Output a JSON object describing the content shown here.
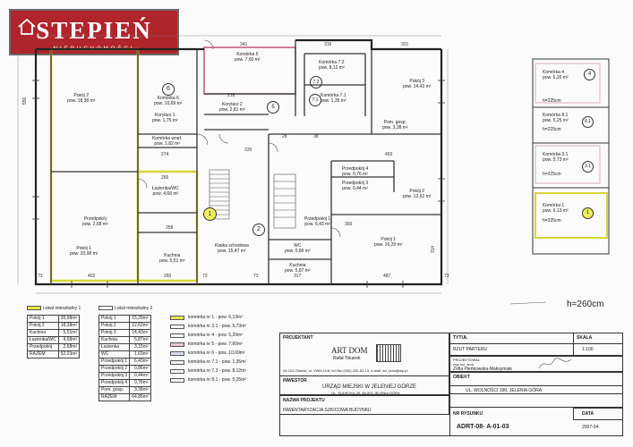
{
  "logo": {
    "title": "STEPIEŃ",
    "subtitle": "NIERUCHOMOŚCI"
  },
  "plan": {
    "height_label": "h=260cm",
    "rooms": [
      {
        "name": "Pokój 2",
        "area": "pow. 18,38 m²"
      },
      {
        "name": "Pokój 1",
        "area": "pow. 20,98 m²"
      },
      {
        "name": "Przedpokój",
        "area": "pow. 2,68 m²"
      },
      {
        "name": "Łazienka/WC",
        "area": "pow. 4,68 m²"
      },
      {
        "name": "Kuchnia",
        "area": "pow. 5,51 m²"
      },
      {
        "name": "Komórka 6",
        "area": "pow. 10,69 m²"
      },
      {
        "name": "Korytarz 1",
        "area": "pow. 1,75 m²"
      },
      {
        "name": "Korytarz 2",
        "area": "pow. 2,81 m²"
      },
      {
        "name": "Komórka wnęt.",
        "area": "pow. 2,82 m²"
      },
      {
        "name": "Komórka 5",
        "area": "pow. 7,60 m²"
      },
      {
        "name": "Komórka 7.2",
        "area": "pow. 8,12 m²"
      },
      {
        "name": "Komórka 7.1",
        "area": "pow. 1,35 m²"
      },
      {
        "name": "Klatka schodowa",
        "area": "pow. 15,47 m²"
      },
      {
        "name": "Pokój 3",
        "area": "pow. 14,43 m²"
      },
      {
        "name": "Pom. gosp.",
        "area": "pow. 3,38 m²"
      },
      {
        "name": "Przedpokój 4",
        "area": "pow. 0,76 m²"
      },
      {
        "name": "Przedpokój 3",
        "area": "pow. 0,44 m²"
      },
      {
        "name": "Pokój 2",
        "area": "pow. 12,62 m²"
      },
      {
        "name": "Pokój 1",
        "area": "pow. 15,29 m²"
      },
      {
        "name": "Przedpokój 1",
        "area": "pow. 6,43 m²"
      },
      {
        "name": "WC",
        "area": "pow. 0,86 m²"
      },
      {
        "name": "Kuchnia",
        "area": "pow. 5,87 m²"
      }
    ],
    "dims": [
      "559",
      "341",
      "316",
      "321",
      "274",
      "266",
      "258",
      "402",
      "260",
      "317",
      "393",
      "487",
      "314",
      "493",
      "73",
      "73",
      "73",
      "73",
      "218",
      "226",
      "28",
      "38"
    ],
    "markers": [
      "6",
      "5",
      "7.2",
      "7.1",
      "2",
      "1"
    ],
    "side_cells": [
      {
        "name": "Komórka 4",
        "area": "pow. 5,20 m²",
        "h": "h=225cm",
        "n": "4"
      },
      {
        "name": "Komórka 8.1",
        "area": "pow. 5,25 m²",
        "h": "h=225cm",
        "n": "8.1"
      },
      {
        "name": "Komórka 3.1",
        "area": "pow. 5,73 m²",
        "h": "h=225cm",
        "n": "3.1"
      },
      {
        "name": "Komórka 1",
        "area": "pow. 6,13 m²",
        "h": "h=225cm",
        "n": "1"
      }
    ]
  },
  "legend": {
    "lokal1_title": "Lokal mieszkalny 1",
    "lokal2_title": "Lokal mieszkalny 2",
    "lokal1_rows": [
      [
        "Pokój 1",
        "20,98m²"
      ],
      [
        "Pokój 2",
        "18,38m²"
      ],
      [
        "Kuchnia",
        "5,51m²"
      ],
      [
        "Łazienka/WC",
        "4,68m²"
      ],
      [
        "Przedpokój",
        "2,68m²"
      ],
      [
        "RAZEM",
        "52,23m²"
      ]
    ],
    "lokal2_rows": [
      [
        "Pokój 1",
        "15,29m²"
      ],
      [
        "Pokój 2",
        "12,62m²"
      ],
      [
        "Pokój 3",
        "14,43m²"
      ],
      [
        "Kuchnia",
        "5,87m²"
      ],
      [
        "Łazienka",
        "3,15m²"
      ],
      [
        "WC",
        "1,63m²"
      ],
      [
        "Przedpokój 1",
        "6,43m²"
      ],
      [
        "Przedpokój 2",
        "0,86m²"
      ],
      [
        "Przedpokój 3",
        "0,44m²"
      ],
      [
        "Przedpokój 4",
        "0,76m²"
      ],
      [
        "Pom. gosp.",
        "3,38m²"
      ],
      [
        "RAZEM",
        "64,86m²"
      ]
    ],
    "cells": [
      {
        "label": "komórka nr 1 - pow. 6,13m²",
        "color": "#e8e84a"
      },
      {
        "label": "komórka nr 3.1 - pow. 5,73m²",
        "color": "#f5f5f5"
      },
      {
        "label": "komórka nr 4 - pow. 5,20m²",
        "color": "#f5f5f5"
      },
      {
        "label": "komórka nr 5 - pow. 7,60m²",
        "color": "#e9c7d2"
      },
      {
        "label": "komórka nr 6 - pow. 10,69m²",
        "color": "#d9e0f0"
      },
      {
        "label": "komórka nr 7.1 - pow. 1,35m²",
        "color": "#f5f5f5"
      },
      {
        "label": "komórka nr 7.2 - pow. 8,12m²",
        "color": "#f5f5f5"
      },
      {
        "label": "komórka nr 8.1 - pow. 5,25m²",
        "color": "#f5f5f5"
      }
    ],
    "lokal1_color": "#e8e84a",
    "lokal2_color": "#ffffff"
  },
  "titleblock": {
    "projektant": "PROJEKTANT",
    "artdom": "ART DOM",
    "artdom_name": "Rafał Tokarek",
    "artdom_addr": "44-122 Gliwice, ul. ZWM 11/8, tel./fax (032) 232-82-13, e-mail: art_dom@wp.pl",
    "inwestor": "INWESTOR",
    "inwestor_name": "URZĄD MIEJSKI W JELENIEJ GÓRZE",
    "inwestor_addr": "UL. SUDECKA 29, 58-500 JELENIA GÓRA",
    "nazwa_projektu": "NAZWA PROJEKTU",
    "nazwa_value": "INWENTARYZACJA SZKICOWA BUDYNKU",
    "tytul": "TYTUŁ",
    "tytul_value": "RZUT PARTERU",
    "skala": "SKALA",
    "skala_value": "1:100",
    "projektowal": "PROJEKTOWAŁ",
    "projektowal_value": "mgr inż. arch.",
    "projektowal_name": "Zofia Pieńkowska-Maksymiak",
    "obiekt": "OBIEKT",
    "obiekt_value": "UL. WOLNOŚCI 190, JELENIA GÓRA",
    "nr_rysunku": "NR RYSUNKU",
    "nr_value": "ADRT-08- A-01-03",
    "data": "DATA",
    "data_value": "2007-04"
  }
}
